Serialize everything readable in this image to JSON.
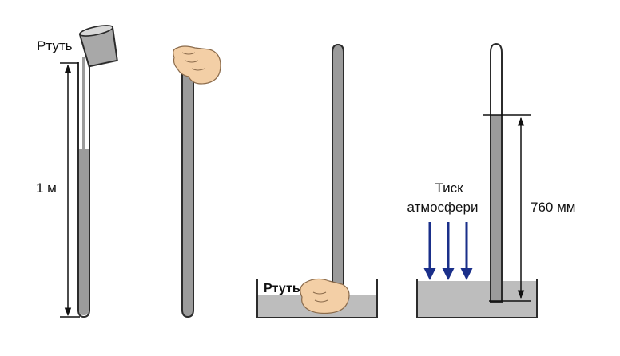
{
  "labels": {
    "mercury_top": "Ртуть",
    "length": "1 м",
    "mercury_dish": "Ртуть",
    "pressure_line1": "Тиск",
    "pressure_line2": "атмосфери",
    "height": "760 мм"
  },
  "colors": {
    "mercury": "#9b9b9b",
    "dish_mercury": "#bdbdbd",
    "glass": "#ffffff",
    "outline": "#2b2b2b",
    "arrow": "#1a2f8a",
    "skin": "#f3cfa6"
  },
  "icons": {
    "beaker": "beaker-icon",
    "hand": "hand-icon"
  }
}
